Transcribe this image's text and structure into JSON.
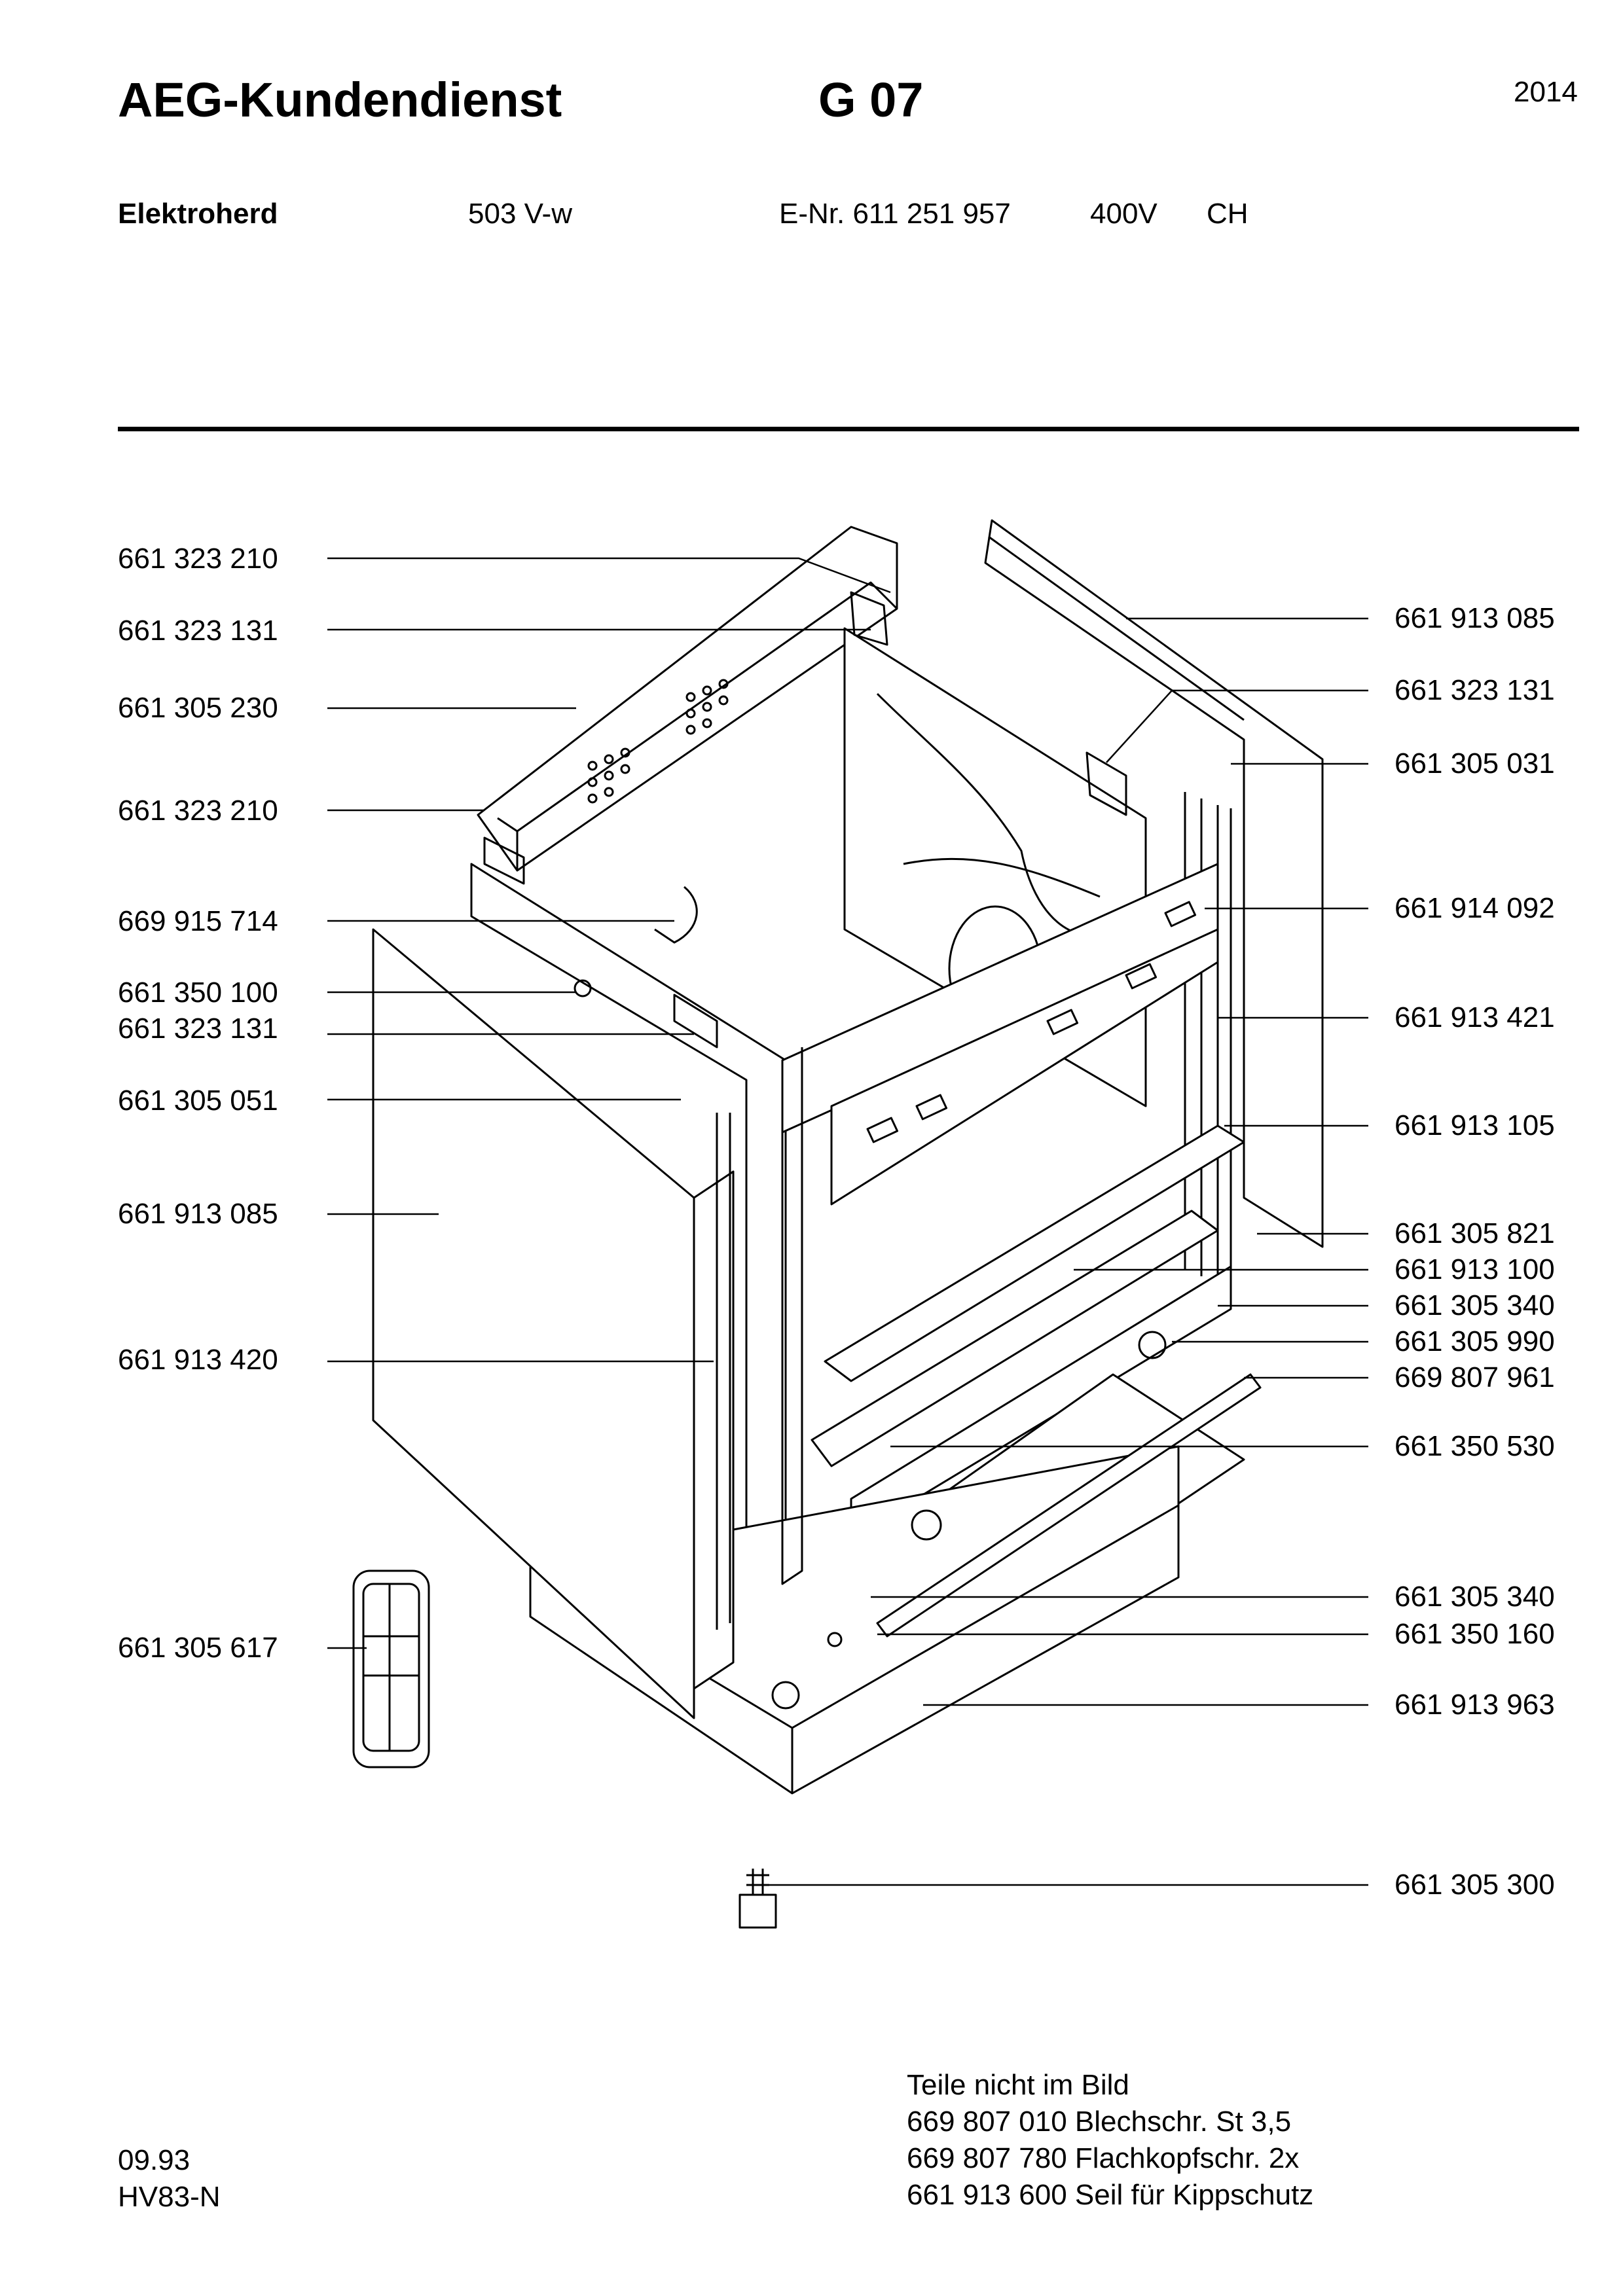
{
  "header": {
    "brand": "AEG-Kundendienst",
    "group_code": "G 07",
    "year": "2014",
    "product_type": "Elektroherd",
    "model": "503 V-w",
    "e_number": "E-Nr. 611 251 957",
    "voltage": "400V",
    "country": "CH"
  },
  "diagram": {
    "subject": "Elektroherd Gehäuse – Explosionszeichnung",
    "part_labels_left": [
      "661 323 210",
      "661 323 131",
      "661 305 230",
      "661 323 210",
      "669 915 714",
      "661 350 100",
      "661 323 131",
      "661 305 051",
      "661 913 085",
      "661 913 420",
      "661 305 617"
    ],
    "part_labels_right": [
      "661 913 085",
      "661 323 131",
      "661 305 031",
      "661 914 092",
      "661 913 421",
      "661 913 105",
      "661 305 821",
      "661 913 100",
      "661 305 340",
      "661 305 990",
      "669 807 961",
      "661 350 530",
      "661 305 340",
      "661 350 160",
      "661 913 963",
      "661 305 300"
    ]
  },
  "notes": {
    "title": "Teile nicht im Bild",
    "lines": [
      "669 807 010 Blechschr. St 3,5",
      "669 807 780 Flachkopfschr. 2x",
      "661 913 600 Seil für Kippschutz"
    ]
  },
  "footer": {
    "date": "09.93",
    "code": "HV83-N"
  }
}
